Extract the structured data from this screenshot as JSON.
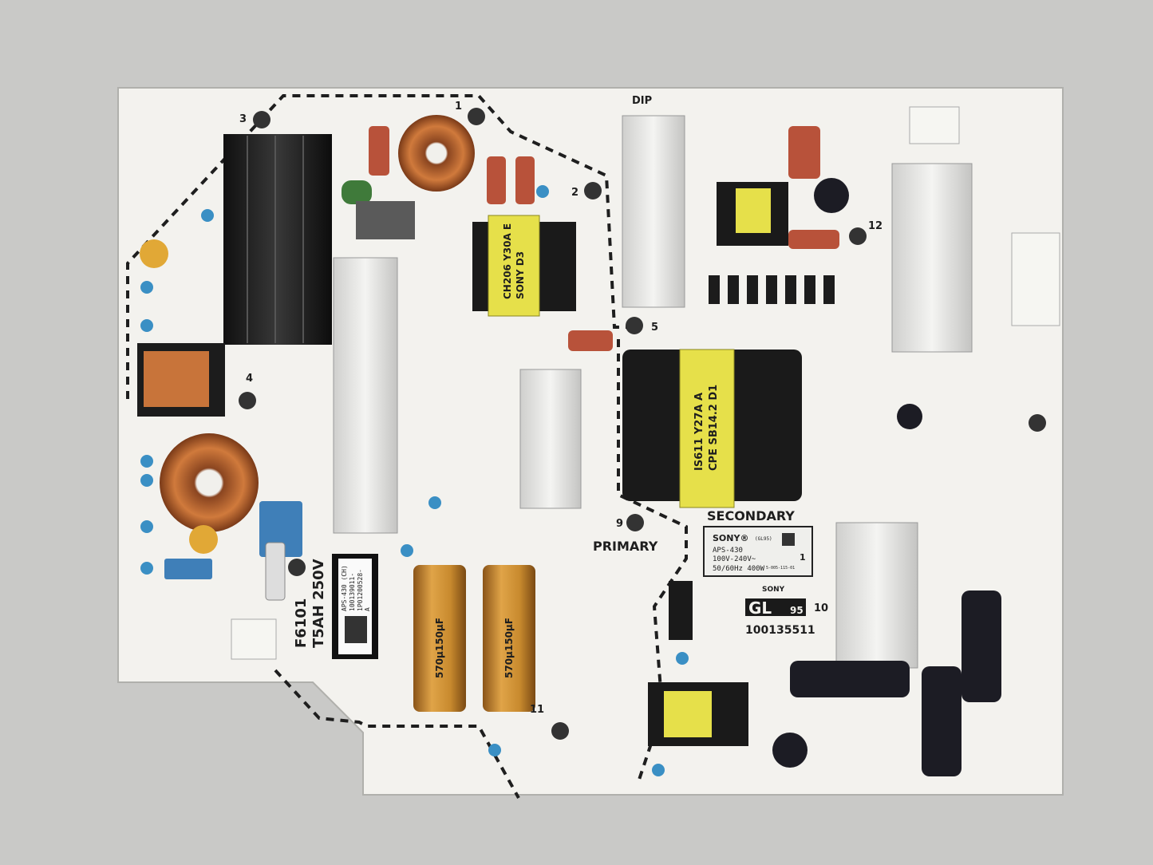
{
  "board": {
    "silkscreen": {
      "primary": "PRIMARY",
      "secondary": "SECONDARY",
      "dip": "DIP",
      "fuse_ref": "F6101",
      "fuse_rating": "T5AH 250V",
      "model_sticker": "APS-430 (CH)",
      "model_code_1": "100139011-",
      "model_code_2": "1P01200528-",
      "model_code_3": "A",
      "part_number": "100135511",
      "series_prefix": "GL",
      "series_suffix": "95",
      "brand_small": "SONY",
      "transformer_main_1": "IS611 Y27A A",
      "transformer_main_2": "CPE SB14.2 D1",
      "transformer_small_1": "CH206 Y30A E",
      "transformer_small_2": "SONY D3",
      "capacitor_label": "570µ150µF",
      "corner_numbers": [
        "1",
        "2",
        "3",
        "4",
        "5",
        "9",
        "10",
        "11",
        "12"
      ]
    },
    "rating_label": {
      "brand": "SONY®",
      "code": "(GL95)",
      "model": "APS-430",
      "voltage": "100V-240V~",
      "power": "50/60Hz 400W",
      "serial": "5-005-115-01",
      "index": "1"
    },
    "colors": {
      "pcb": "#f3f2ee",
      "background": "#c9c9c7",
      "heatsink_black": "#1c1c1c",
      "heatsink_alu": "#e4e4e2",
      "capacitor_gold": "#c98a2e",
      "transformer_yellow": "#e6e04a",
      "copper": "#b5602a",
      "film_cap_red": "#b8523a",
      "ceramic_blue": "#3a8fc4"
    }
  }
}
